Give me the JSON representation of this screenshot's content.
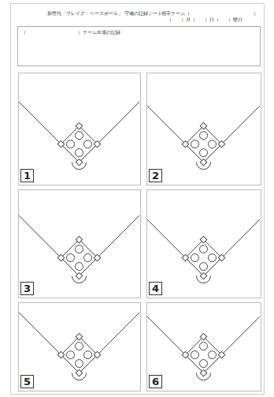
{
  "diagram": {
    "title": "新世代「ブレイク・ベースボール」 守備の記録シート",
    "nodes": [
      {
        "text": [
          "（　　　　　　　　　　　）チーム出場の記録"
        ]
      },
      {
        "text": [
          "1"
        ]
      },
      {
        "text": [
          "2"
        ]
      },
      {
        "text": [
          "3"
        ]
      },
      {
        "text": [
          "4"
        ]
      },
      {
        "text": [
          "5"
        ]
      },
      {
        "text": [
          "6"
        ]
      }
    ],
    "labels": [
      "相手チーム（",
      "）",
      "（　　）月（　　）日（　　）曜日"
    ]
  }
}
